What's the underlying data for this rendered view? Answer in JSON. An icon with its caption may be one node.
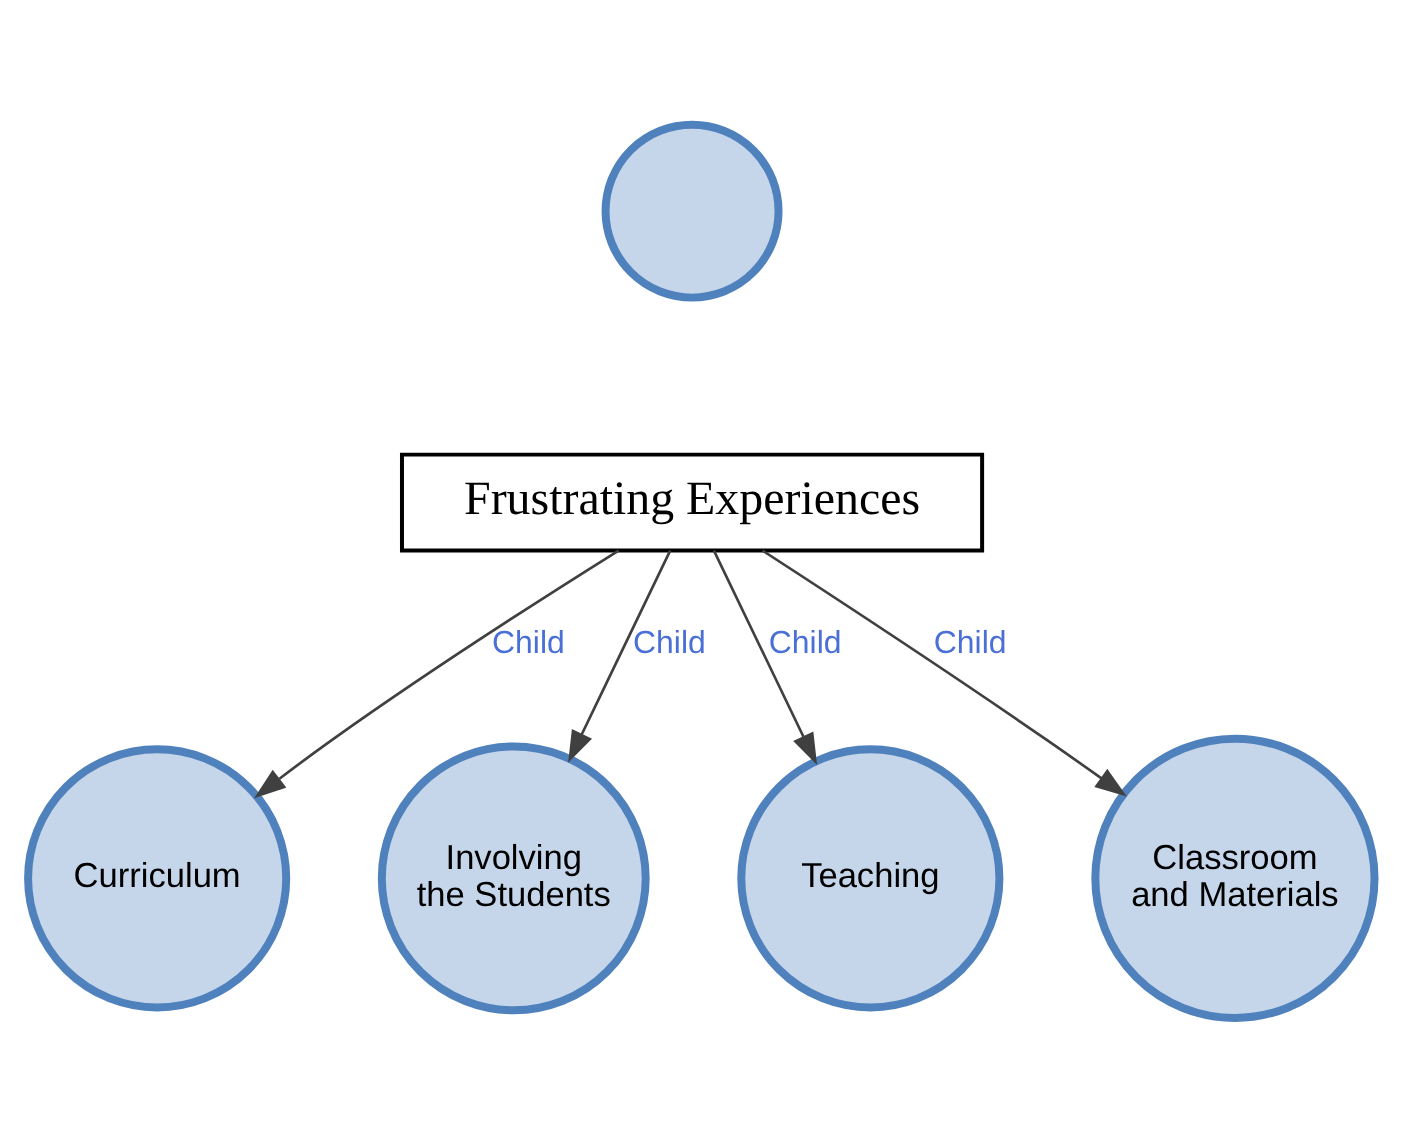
{
  "diagram": {
    "nodes": [
      {
        "text": [],
        "shape": "circle"
      },
      {
        "text": [
          "Frustrating Experiences"
        ]
      },
      {
        "text": [
          "Curriculum"
        ]
      },
      {
        "text": [
          "Involving the Students"
        ]
      },
      {
        "text": [
          "Teaching"
        ]
      },
      {
        "text": [
          "Classroom and Materials"
        ]
      }
    ],
    "edges": [
      {
        "from": 1,
        "to": 2,
        "arrow": "to",
        "label": "Child"
      },
      {
        "from": 1,
        "to": 3,
        "arrow": "to",
        "label": "Child"
      },
      {
        "from": 1,
        "to": 4,
        "arrow": "to",
        "label": "Child"
      },
      {
        "from": 1,
        "to": 5,
        "arrow": "to",
        "label": "Child"
      }
    ]
  }
}
